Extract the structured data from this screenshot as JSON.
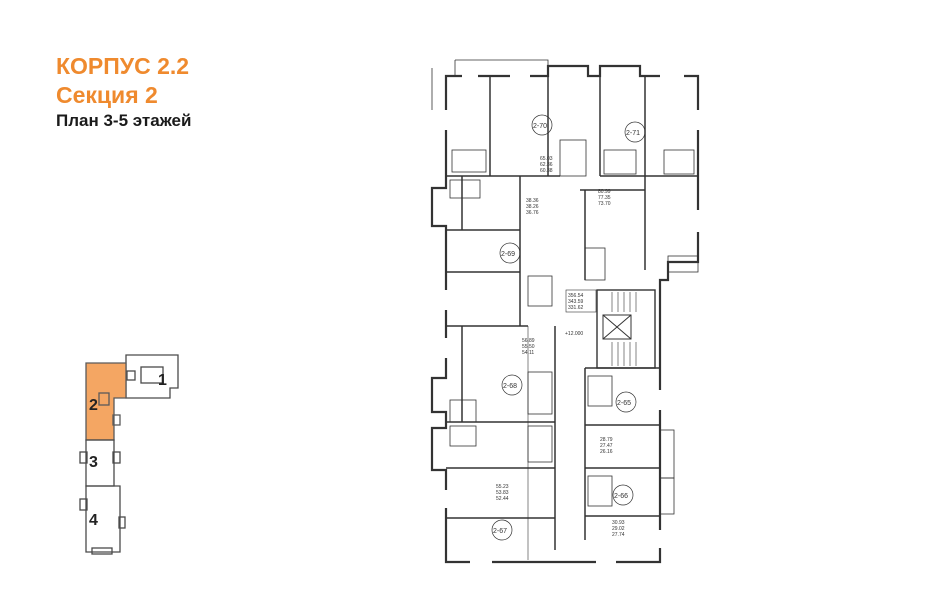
{
  "header": {
    "building": "КОРПУС 2.2",
    "section": "Секция 2",
    "plan": "План 3-5 этажей"
  },
  "colors": {
    "accent": "#ef8a2e",
    "selected_section_fill": "#f4a663",
    "wall": "#333333"
  },
  "mini_map": {
    "selected_section": "2",
    "sections": [
      {
        "label": "1",
        "selected": false
      },
      {
        "label": "2",
        "selected": true
      },
      {
        "label": "3",
        "selected": false
      },
      {
        "label": "4",
        "selected": false
      }
    ]
  },
  "floor_plan": {
    "apartments": [
      {
        "id": "2-70",
        "areas": [
          "65.03",
          "62.36",
          "60.38"
        ]
      },
      {
        "id": "2-71",
        "areas": [
          "80.99",
          "77.35",
          "73.70"
        ]
      },
      {
        "id": "2-69",
        "areas": [
          "38.36",
          "38.26",
          "36.76"
        ]
      },
      {
        "id": "2-68",
        "areas": [
          "56.89",
          "55.50",
          "54.11"
        ]
      },
      {
        "id": "2-65",
        "areas": [
          "28.79",
          "27.47",
          "26.16"
        ]
      },
      {
        "id": "2-67",
        "areas": [
          "55.23",
          "53.83",
          "52.44"
        ]
      },
      {
        "id": "2-66",
        "areas": [
          "30.93",
          "29.02",
          "27.74"
        ]
      }
    ],
    "totals": [
      "356.54",
      "343.59",
      "331.62"
    ],
    "level_mark": "+12.000"
  }
}
